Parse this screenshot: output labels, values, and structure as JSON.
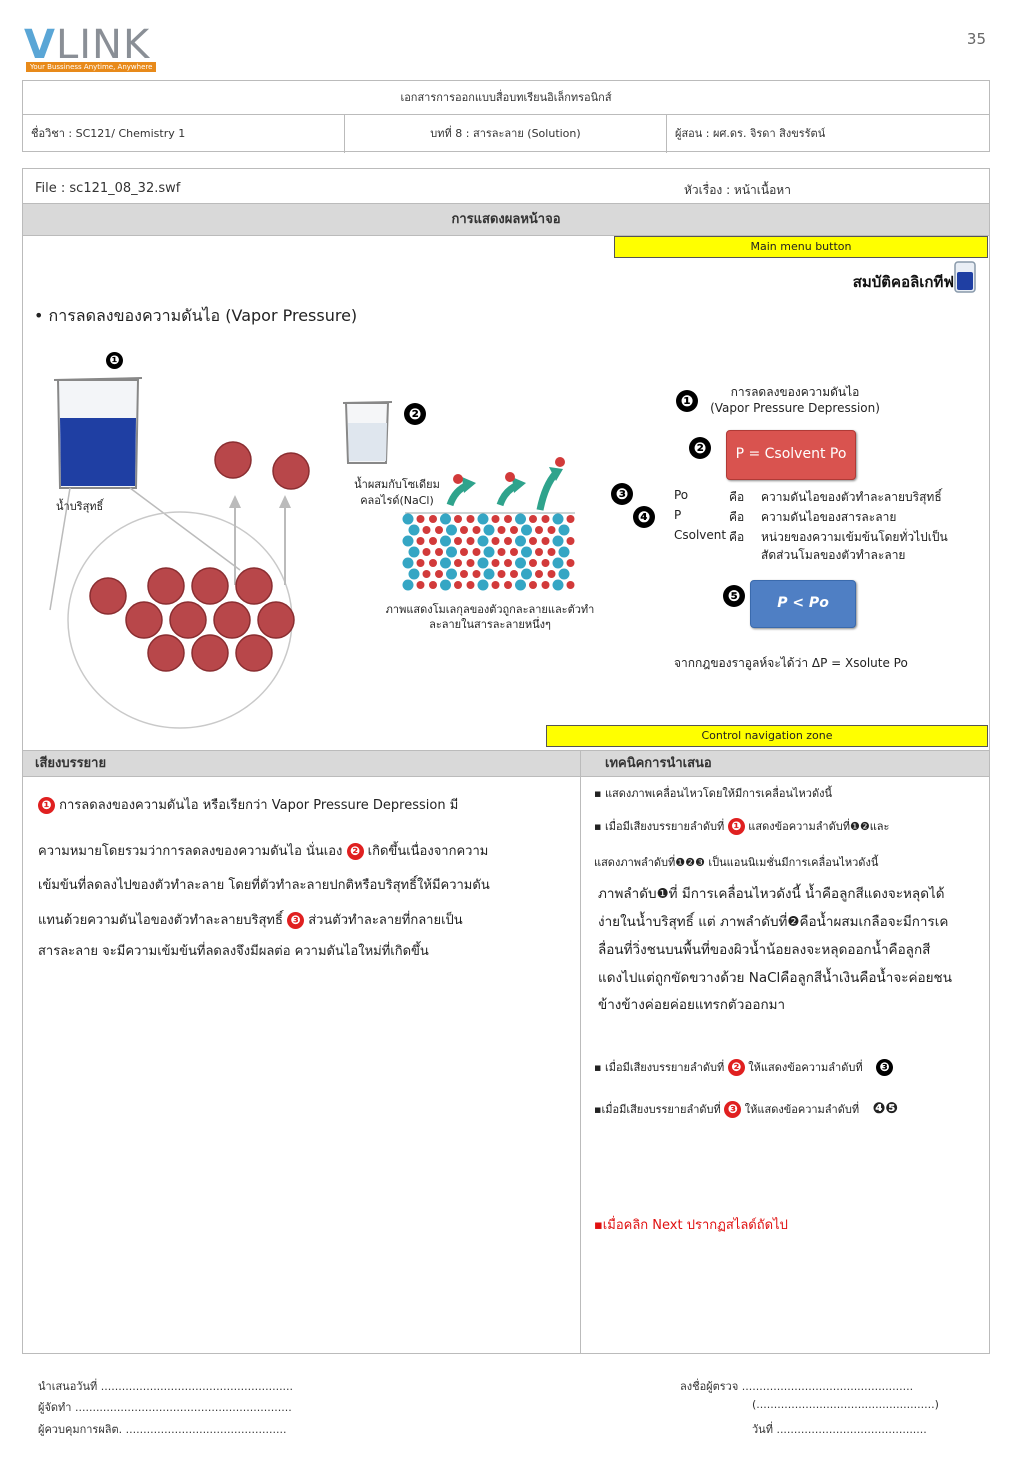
{
  "page_number": "35",
  "logo": {
    "text": "LINK",
    "tagline": "Your Bussiness Anytime, Anywhere"
  },
  "header": {
    "doc_title": "เอกสารการออกแบบสื่อบทเรียนอิเล็กทรอนิกส์",
    "course": "ชื่อวิชา : SC121/ Chemistry 1",
    "chapter": "บทที่ 8 : สารละลาย (Solution)",
    "instructor": "ผู้สอน : ผศ.ดร. จิรดา สิงขรรัตน์"
  },
  "file_label": "File : sc121_08_32.swf",
  "topic_label": "หัวเรื่อง : หน้าเนื้อหา",
  "screen_display": "การแสดงผลหน้าจอ",
  "main_menu_button": "Main menu button",
  "control_nav_zone": "Control navigation zone",
  "slide": {
    "title": "สมบัติคอลิเกทีฟ",
    "bullet": "• การลดลงของความดันไอ (Vapor Pressure)",
    "num1": "❶",
    "num2": "❷",
    "num3": "❸",
    "num4": "❹",
    "num5": "❺",
    "pure_water_label": "น้ำบริสุทธิ์",
    "salt_water_label": "น้ำผสมกับโซเดียมคลอไรด์(NaCl)",
    "molecule_caption": "ภาพแสดงโมเลกุลของตัวถูกละลายและตัวทำละลายในสารละลายหนึ่งๆ",
    "r1_line1": "การลดลงของความดันไอ",
    "r1_line2": "(Vapor Pressure Depression)",
    "formula1": "P = Csolvent Po",
    "def_p0": "Po",
    "def_p": "P",
    "def_csolvent": "Csolvent",
    "def_is": "คือ",
    "def_p0_text": "ความดันไอของตัวทำละลายบริสุทธิ์",
    "def_p_text": "ความดันไอของสารละลาย",
    "def_c_text": "หน่วยของความเข้มข้นโดยทั่วไปเป็นสัดส่วนโมลของตัวทำละลาย",
    "formula2": "P < Po",
    "raoult": "จากกฎของราอูลห์จะได้ว่า ΔP = Xsolute Po"
  },
  "narration": {
    "heading": "เสียงบรรยาย",
    "p1_num": "❶",
    "p1": "การลดลงของความดันไอ หรือเรียกว่า Vapor Pressure Depression มี",
    "p2": "ความหมายโดยรวมว่าการลดลงของความดันไอ นั่นเอง",
    "p2_num": "❷",
    "p2b": "เกิดขึ้นเนื่องจากความ",
    "p3": "เข้มข้นที่ลดลงไปของตัวทำละลาย โดยที่ตัวทำละลายปกติหรือบริสุทธิ์ให้มีความดัน",
    "p4": "แทนด้วยความดันไอของตัวทำละลายบริสุทธิ์",
    "p4_num": "❸",
    "p4b": "ส่วนตัวทำละลายที่กลายเป็น",
    "p5": "สารละลาย จะมีความเข้มข้นที่ลดลงจึงมีผลต่อ ความดันไอใหม่ที่เกิดขึ้น"
  },
  "technique": {
    "heading": "เทคนิคการนำเสนอ",
    "t1": "▪ แสดงภาพเคลื่อนไหวโดยให้มีการเคลื่อนไหวดังนี้",
    "t2a": "▪ เมื่อมีเสียงบรรยายลำดับที่",
    "t2b": "แสดงข้อความลำดับที่❶❷และ",
    "t3": "แสดงภาพลำดับที่❶❷❸ เป็นแอนนิเมชั่นมีการเคลื่อนไหวดังนี้",
    "t4": "ภาพลำดับ❶ที่ มีการเคลื่อนไหวดังนี้ น้ำคือลูกสีแดงจะหลุดได้",
    "t5": "ง่ายในน้ำบริสุทธิ์ แต่ ภาพลำดับที่❷คือน้ำผสมเกลือจะมีการเค",
    "t6": "ลื่อนที่วิ่งชนบนพื้นที่ของผิวน้ำน้อยลงจะหลุดออกน้ำคือลูกสี",
    "t7": "แดงไปแต่ถูกขัดขวางด้วย NaClคือลูกสีน้ำเงินคือน้ำจะค่อยชน",
    "t8": "ข้างข้างค่อยค่อยแทรกตัวออกมา",
    "t9a": "▪ เมื่อมีเสียงบรรยายลำดับที่",
    "t9b": "ให้แสดงข้อความลำดับที่",
    "t9c": "❸",
    "t10a": "▪เมื่อมีเสียงบรรยายลำดับที่",
    "t10b": "ให้แสดงข้อความลำดับที่",
    "t10c": "❹❺",
    "t11": "▪เมื่อคลิก Next ปรากฏสไลด์ถัดไป"
  },
  "footer": {
    "present_date": "นำเสนอวันที่ .......................................................",
    "producer": "ผู้จัดทำ ..............................................................",
    "controller": "ผู้ควบคุมการผลิต. ..............................................",
    "reviewer": "ลงชื่อผู้ตรวจ .................................................",
    "paren": "(...................................................)",
    "date": "วันที่ ..........................................."
  },
  "colors": {
    "molecule_red": "#b8474a",
    "water_blue": "#1f3fa3",
    "formula_red": "#d9534f",
    "formula_blue": "#4f7fc4",
    "highlight_yellow": "#ffff00"
  }
}
